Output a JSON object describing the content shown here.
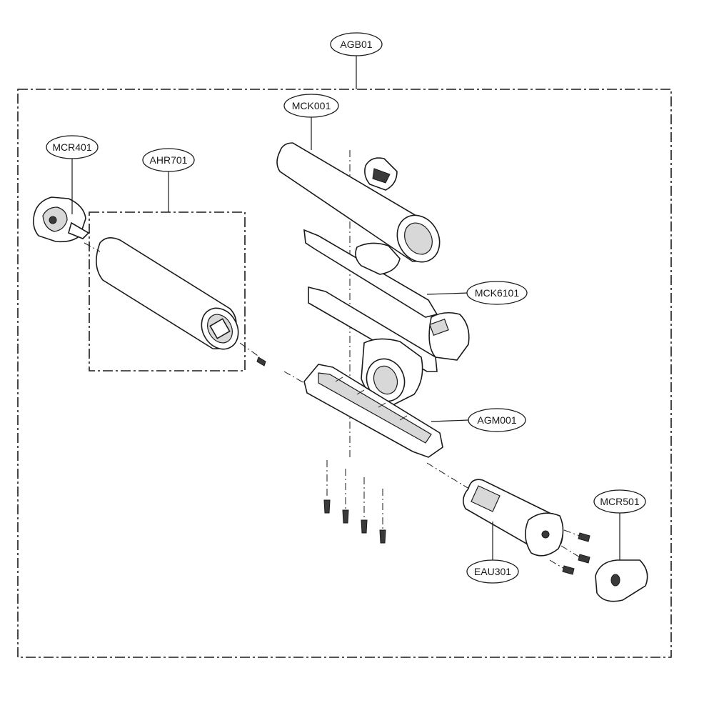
{
  "labels": {
    "assembly": "AGB01",
    "upper_housing": "MCK001",
    "left_cap": "MCR401",
    "brush_roller": "AHR701",
    "cover_plate": "MCK6101",
    "base_frame": "AGM001",
    "right_cap": "MCR501",
    "motor": "EAU301"
  },
  "colors": {
    "line": "#1a1a1a",
    "shade": "#d8d8d8",
    "dark": "#3a3a3a"
  }
}
